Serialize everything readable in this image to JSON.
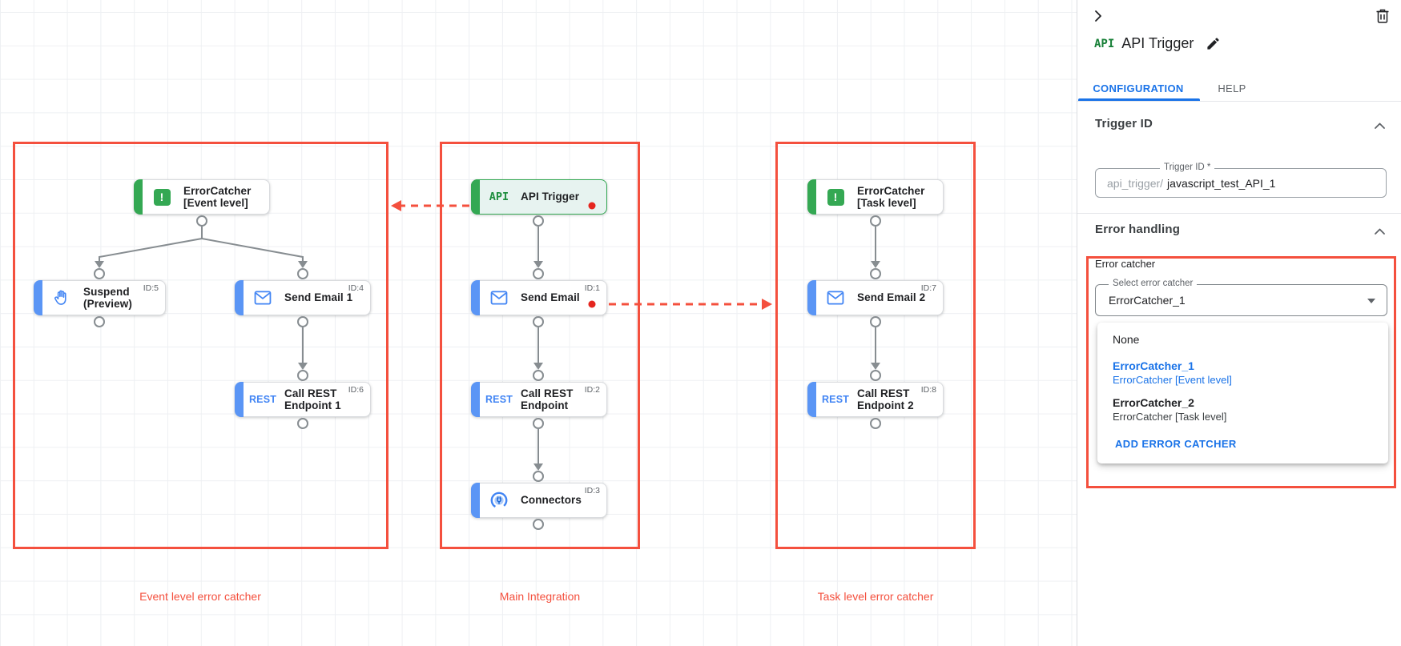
{
  "panel": {
    "api_badge": "API",
    "title": "API Trigger",
    "tabs": {
      "configuration": "CONFIGURATION",
      "help": "HELP"
    },
    "trigger_id": {
      "heading": "Trigger ID",
      "field_label": "Trigger ID *",
      "prefix": "api_trigger/",
      "value": "javascript_test_API_1"
    },
    "error_handling": {
      "heading": "Error handling",
      "group_label": "Error catcher",
      "select_label": "Select error catcher",
      "select_value": "ErrorCatcher_1",
      "dropdown": {
        "none_label": "None",
        "options": [
          {
            "name": "ErrorCatcher_1",
            "detail": "ErrorCatcher [Event level]"
          },
          {
            "name": "ErrorCatcher_2",
            "detail": "ErrorCatcher [Task level]"
          }
        ],
        "add_button": "ADD ERROR CATCHER"
      }
    }
  },
  "canvas": {
    "rest_icon_text": "REST",
    "api_icon_text": "API",
    "groups": [
      {
        "label": "Event level error catcher"
      },
      {
        "label": "Main Integration"
      },
      {
        "label": "Task level error catcher"
      }
    ],
    "nodes": [
      {
        "label1": "ErrorCatcher",
        "label2": "[Event level]",
        "id_label": ""
      },
      {
        "label1": "Suspend",
        "label2": "(Preview)",
        "id_label": "ID:5"
      },
      {
        "label1": "Send Email 1",
        "label2": "",
        "id_label": "ID:4"
      },
      {
        "label1": "Call REST",
        "label2": "Endpoint 1",
        "id_label": "ID:6"
      },
      {
        "label1": "API Trigger",
        "label2": "",
        "id_label": ""
      },
      {
        "label1": "Send Email",
        "label2": "",
        "id_label": "ID:1"
      },
      {
        "label1": "Call REST",
        "label2": "Endpoint",
        "id_label": "ID:2"
      },
      {
        "label1": "Connectors",
        "label2": "",
        "id_label": "ID:3"
      },
      {
        "label1": "ErrorCatcher",
        "label2": "[Task level]",
        "id_label": ""
      },
      {
        "label1": "Send Email 2",
        "label2": "",
        "id_label": "ID:7"
      },
      {
        "label1": "Call REST",
        "label2": "Endpoint 2",
        "id_label": "ID:8"
      }
    ],
    "colors": {
      "annotation_red": "#f4503e",
      "node_green": "#34a853",
      "node_blue": "#5a95f5",
      "icon_blue": "#4285f4",
      "connector_gray": "#878d91",
      "link_blue": "#1a73e8",
      "alert_dot_red": "#e5261f"
    }
  }
}
